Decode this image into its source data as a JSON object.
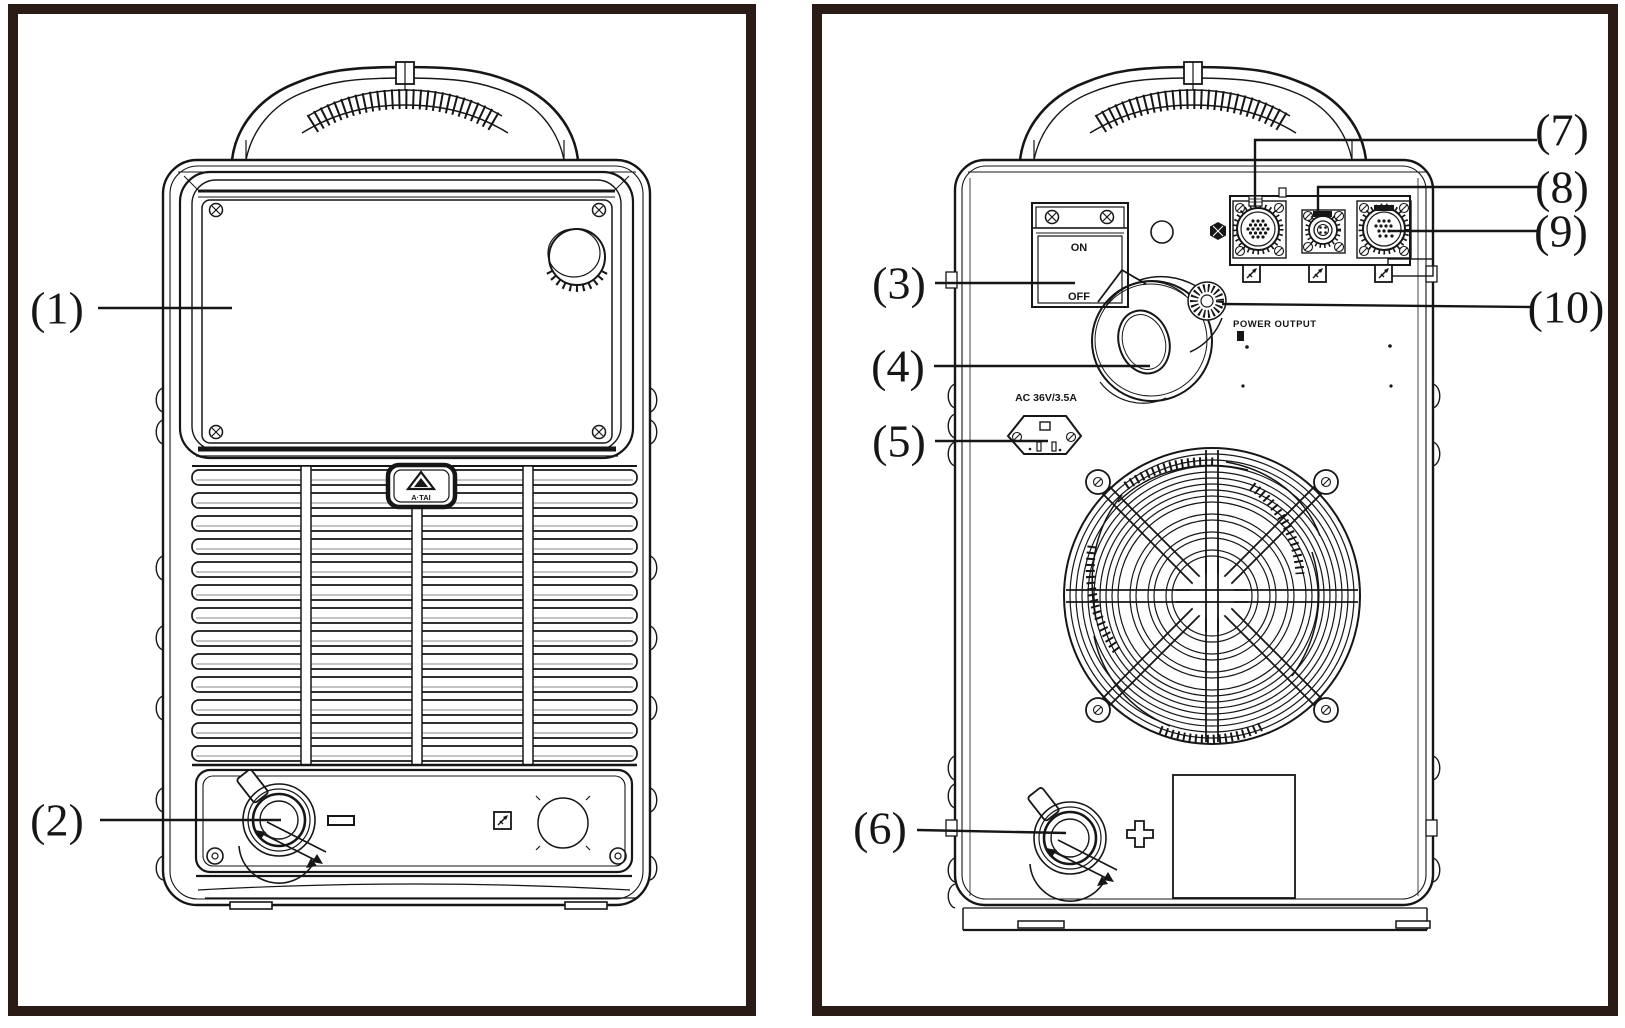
{
  "document": {
    "type": "technical line diagram",
    "subject": "welding power source — front panel and rear panel views"
  },
  "palette": {
    "paper": "#ffffff",
    "ink": "#161616",
    "frame": "#2a1b17"
  },
  "labels": {
    "c1": "(1)",
    "c2": "(2)",
    "c3": "(3)",
    "c4": "(4)",
    "c5": "(5)",
    "c6": "(6)",
    "c7": "(7)",
    "c8": "(8)",
    "c9": "(9)",
    "c10": "(10)"
  },
  "front_view": {
    "logo_text": "A·TAI",
    "polarity_symbol": "−"
  },
  "back_view": {
    "switch_on": "ON",
    "switch_off": "OFF",
    "rating_label": "AC 36V/3.5A",
    "output_label": "POWER OUTPUT",
    "polarity_symbol": "+"
  }
}
